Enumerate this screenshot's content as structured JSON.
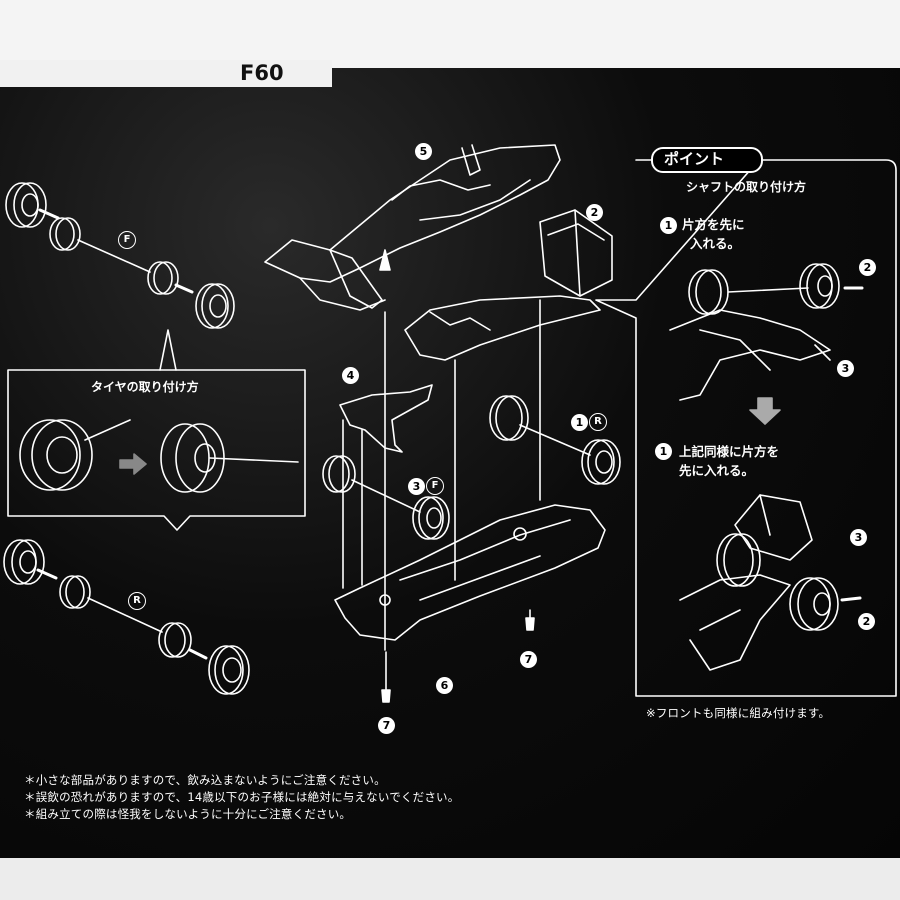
{
  "header": {
    "model": "F60"
  },
  "point_box": {
    "tab_label": "ポイント",
    "title": "シャフトの取り付け方",
    "step1_line1": "片方を先に",
    "step1_line2": "入れる。",
    "step2_line1": "上記同様に片方を",
    "step2_line2": "先に入れる。",
    "note": "※フロントも同様に組み付けます。",
    "callout_2": "2",
    "callout_3": "3",
    "step_num": "1"
  },
  "tire_box": {
    "title": "タイヤの取り付け方"
  },
  "part_labels": {
    "p1": "1",
    "p2": "2",
    "p3": "3",
    "p4": "4",
    "p5": "5",
    "p6": "6",
    "p7": "7",
    "front": "F",
    "rear": "R"
  },
  "warnings": [
    "＊小さな部品がありますので、飲み込まないようにご注意ください。",
    "＊誤飲の恐れがありますので、14歳以下のお子様には絶対に与えないでください。",
    "＊組み立ての際は怪我をしないように十分にご注意ください。"
  ],
  "colors": {
    "background": "#0c0c0c",
    "line_art": "#ffffff",
    "label_bg": "#f1f1f1"
  }
}
